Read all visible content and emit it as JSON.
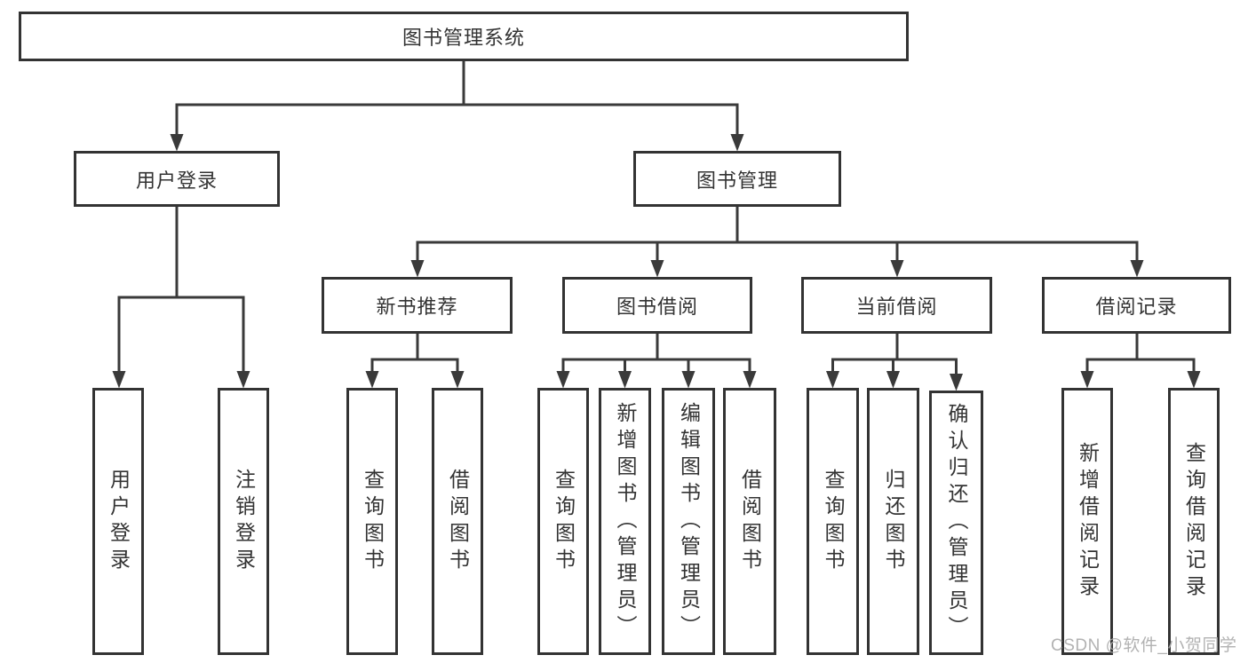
{
  "diagram": {
    "root": {
      "label": "图书管理系统"
    },
    "branches": [
      {
        "label": "用户登录",
        "children": [
          {
            "label": "用户登录"
          },
          {
            "label": "注销登录"
          }
        ]
      },
      {
        "label": "图书管理",
        "children": [
          {
            "label": "新书推荐",
            "children": [
              {
                "label": "查询图书"
              },
              {
                "label": "借阅图书"
              }
            ]
          },
          {
            "label": "图书借阅",
            "children": [
              {
                "label": "查询图书"
              },
              {
                "label": "新增图书（管理员）"
              },
              {
                "label": "编辑图书（管理员）"
              },
              {
                "label": "借阅图书"
              }
            ]
          },
          {
            "label": "当前借阅",
            "children": [
              {
                "label": "查询图书"
              },
              {
                "label": "归还图书"
              },
              {
                "label": "确认归还（管理员）"
              }
            ]
          },
          {
            "label": "借阅记录",
            "children": [
              {
                "label": "新增借阅记录"
              },
              {
                "label": "查询借阅记录"
              }
            ]
          }
        ]
      }
    ]
  },
  "watermark": {
    "text": "CSDN @软件_小贺同学"
  },
  "colors": {
    "line": "#3a3a3a",
    "box_border": "#333333",
    "text": "#333333",
    "background": "#ffffff",
    "watermark": "#aaaaaa"
  }
}
